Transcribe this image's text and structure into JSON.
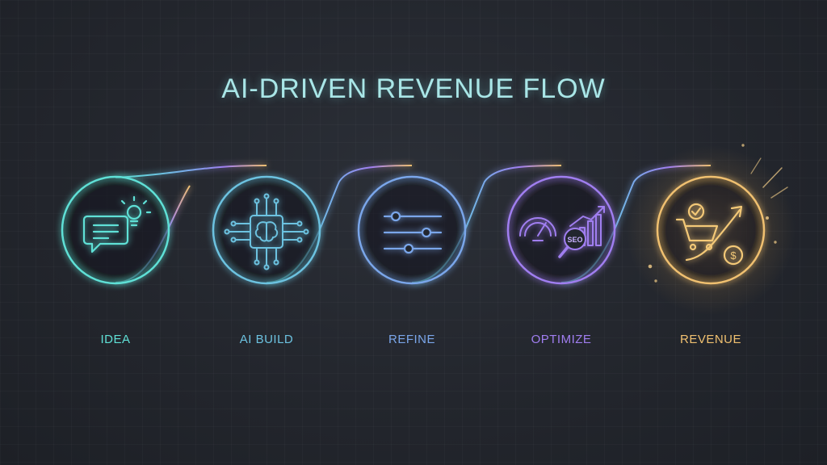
{
  "title": "AI-DRIVEN REVENUE FLOW",
  "steps": [
    {
      "label": "IDEA",
      "color": "#5fe0d6",
      "icon": "chat-lightbulb-icon"
    },
    {
      "label": "AI BUILD",
      "color": "#6cc2e0",
      "icon": "ai-chip-brain-icon"
    },
    {
      "label": "REFINE",
      "color": "#7aa6ea",
      "icon": "sliders-icon"
    },
    {
      "label": "OPTIMIZE",
      "color": "#a07ef0",
      "icon": "speedometer-seo-chart-icon"
    },
    {
      "label": "REVENUE",
      "color": "#f0c070",
      "icon": "cart-dollar-growth-icon"
    }
  ]
}
